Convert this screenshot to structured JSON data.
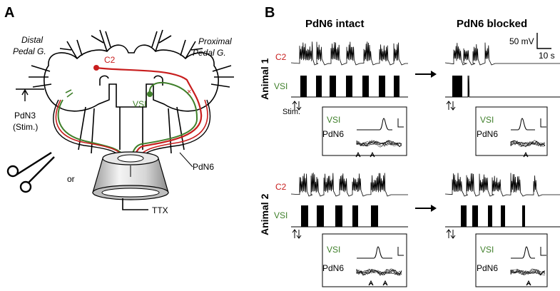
{
  "panel_a": {
    "letter": "A",
    "distal_label": "Distal Pedal G.",
    "distal_line1": "Distal",
    "distal_line2": "Pedal G.",
    "proximal_line1": "Proximal",
    "proximal_line2": "Pedal G.",
    "c2": "C2",
    "vsi": "VSI",
    "pdn3_line1": "PdN3",
    "pdn3_line2": "(Stim.)",
    "pdn6": "PdN6",
    "or": "or",
    "ttx": "TTX"
  },
  "panel_b": {
    "letter": "B",
    "col_intact": "PdN6 intact",
    "col_blocked": "PdN6 blocked",
    "animal1": "Animal 1",
    "animal2": "Animal 2",
    "c2": "C2",
    "vsi": "VSI",
    "pdn6": "PdN6",
    "stim": "Stim.",
    "scale_mv": "50 mV",
    "scale_s": "10 s"
  },
  "colors": {
    "c2": "#c81e1e",
    "vsi": "#3f7f2a",
    "trace": "#000000"
  }
}
